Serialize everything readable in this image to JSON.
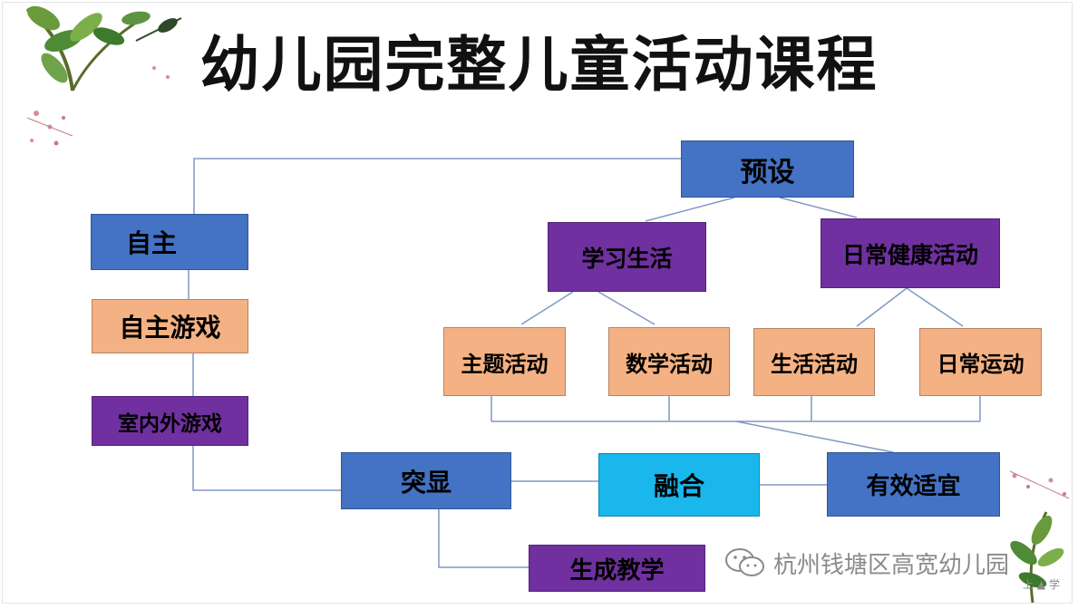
{
  "title": "幼儿园完整儿童活动课程",
  "nodes": {
    "yushe": "预设",
    "xuexi_shenghuo": "学习生活",
    "richang_jiankang": "日常健康活动",
    "zhuti": "主题活动",
    "shuxue": "数学活动",
    "shenghuo": "生活活动",
    "richang_yundong": "日常运动",
    "zizhu": "自主",
    "zizhu_youxi": "自主游戏",
    "shineiwai": "室内外游戏",
    "tuxian": "突显",
    "ronghe": "融合",
    "youxiao": "有效适宜",
    "shengcheng": "生成教学"
  },
  "watermark": {
    "text": "杭州钱塘区高宽幼儿园",
    "sub": "上 ▲ 学"
  },
  "colors": {
    "blue": "#4472c4",
    "purple": "#7030a0",
    "peach": "#f4b183",
    "cyan": "#19b7ec",
    "connector": "#7f98c4"
  },
  "icons": [
    "wechat-icon",
    "leaf-decoration-top-left",
    "leaf-decoration-bottom-right"
  ]
}
